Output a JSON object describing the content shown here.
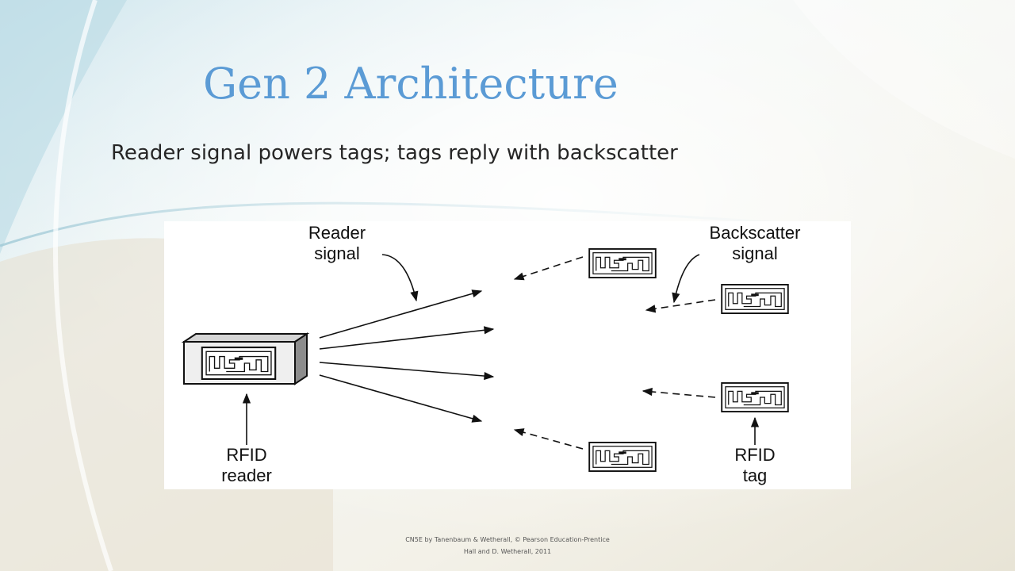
{
  "slide": {
    "title": "Gen 2 Architecture",
    "subtitle": "Reader signal powers tags; tags reply with backscatter",
    "footer_line1": "CN5E by Tanenbaum & Wetherall, © Pearson Education-Prentice",
    "footer_line2": "Hall and D. Wetherall, 2011"
  },
  "diagram": {
    "reader_signal_line1": "Reader",
    "reader_signal_line2": "signal",
    "backscatter_line1": "Backscatter",
    "backscatter_line2": "signal",
    "rfid_reader_line1": "RFID",
    "rfid_reader_line2": "reader",
    "rfid_tag_line1": "RFID",
    "rfid_tag_line2": "tag"
  }
}
